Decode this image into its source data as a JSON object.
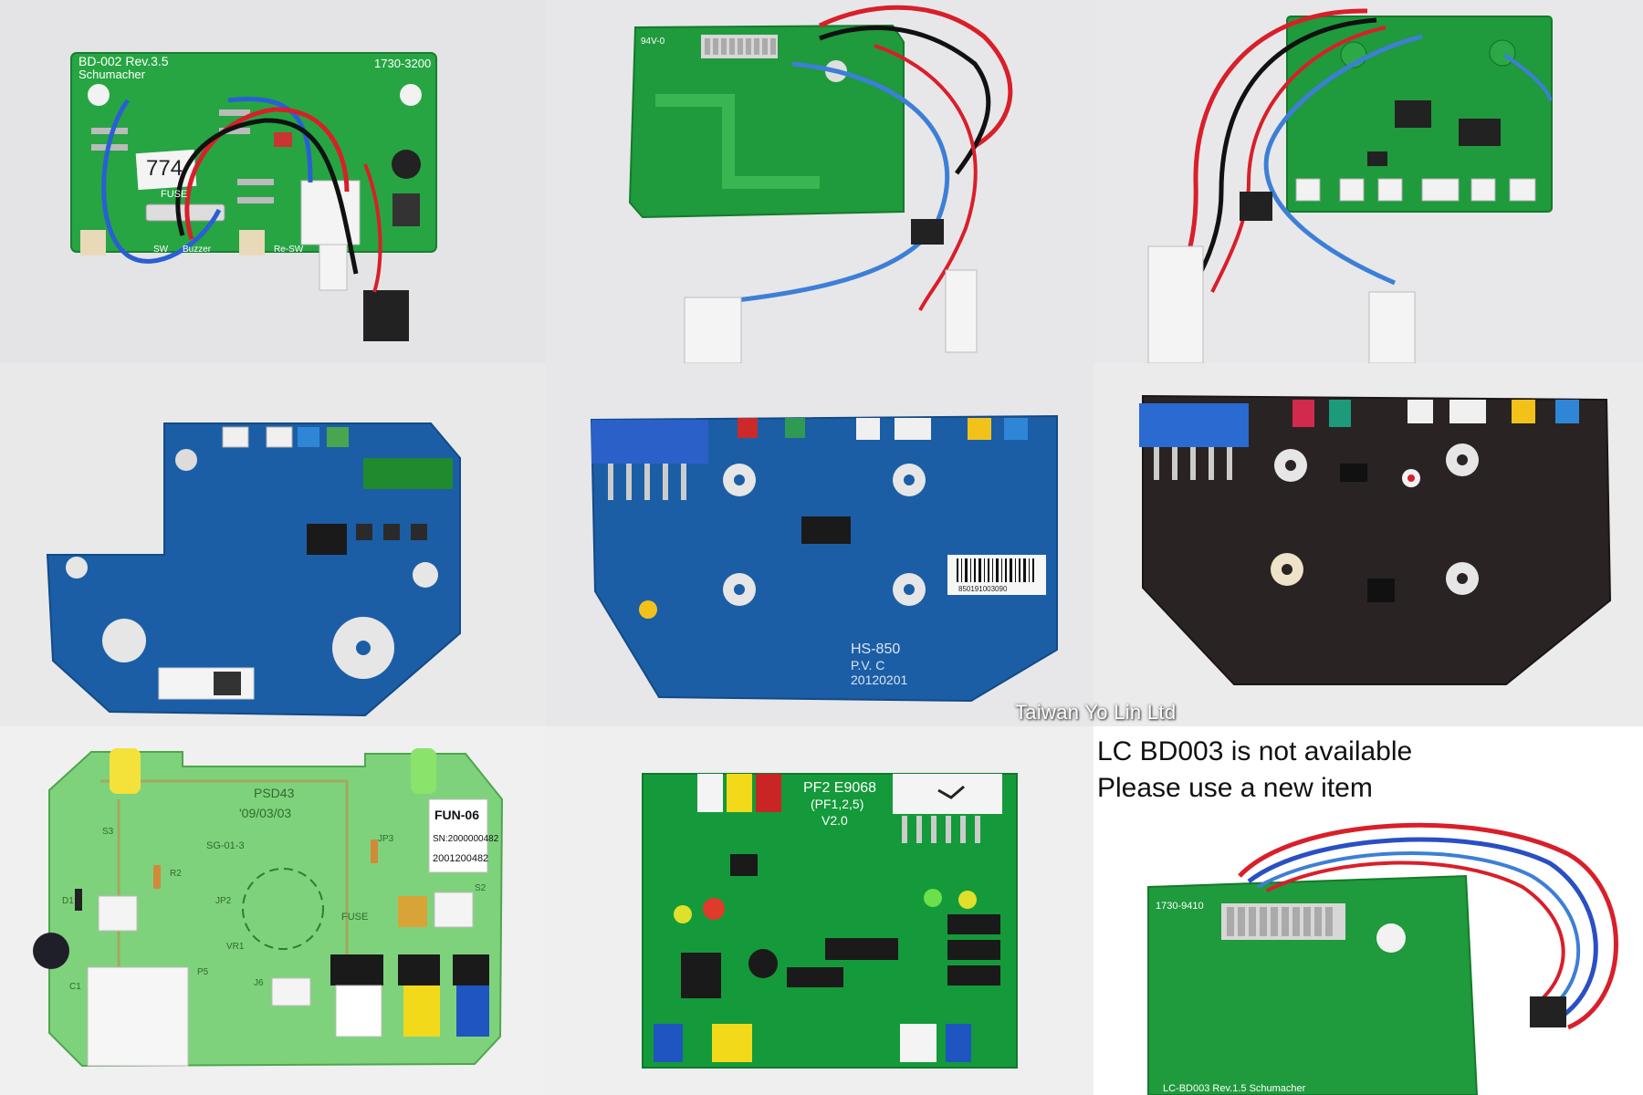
{
  "watermark": "Taiwan Yo Lin Ltd",
  "notice": {
    "line1": "LC BD003 is not available",
    "line2": "Please use a new item"
  },
  "boards": {
    "b1": {
      "model": "BD-002 Rev.3.5",
      "brand": "Schumacher",
      "part": "1730-3200",
      "fuse": "FUSE",
      "handwritten": "774",
      "sw": "SW",
      "buzzer": "Buzzer",
      "resw": "Re-SW"
    },
    "b2": {
      "code": "94V-0"
    },
    "b3": {},
    "b4": {},
    "b5": {
      "model": "HS-850",
      "rev": "P.V. C",
      "date": "20120201",
      "barcode": "850191003090"
    },
    "b6": {},
    "b7": {
      "model": "PSD43",
      "date": "'09/03/03",
      "tag": "FUN-06",
      "sn": "SN:2000000482",
      "num": "2001200482",
      "code": "SG-01-3",
      "fuse": "FUSE",
      "vr": "VR1",
      "jp2": "JP2",
      "jp3": "JP3",
      "p5": "P5",
      "s2": "S2",
      "s3": "S3",
      "r2": "R2",
      "d1": "D1",
      "c1": "C1",
      "j6": "J6"
    },
    "b8": {
      "model": "PF2  E9068",
      "variant": "(PF1,2,5)",
      "version": "V2.0"
    },
    "b9": {
      "part": "1730-9410",
      "model": "LC-BD003 Rev.1.5  Schumacher"
    }
  },
  "colors": {
    "green_pcb": "#1f9a3c",
    "blue_pcb": "#1b5ea6",
    "black_pcb": "#2a2323",
    "background": "#e9e9ea"
  }
}
